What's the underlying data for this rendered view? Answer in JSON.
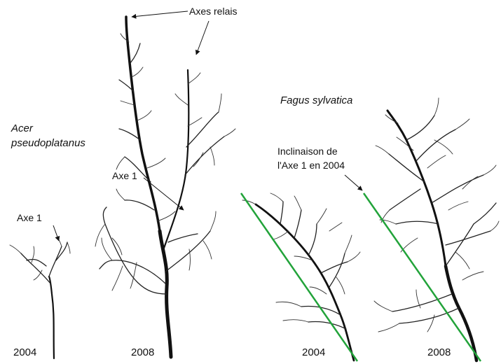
{
  "species": {
    "acer": [
      "Acer",
      "pseudoplatanus"
    ],
    "fagus": "Fagus sylvatica"
  },
  "labels": {
    "axes_relais": "Axes relais",
    "axe1_small": "Axe 1",
    "axe1_big": "Axe 1",
    "inclinaison": [
      "Inclinaison de",
      "l'Axe 1 en 2004"
    ]
  },
  "years": {
    "acer_2004": "2004",
    "acer_2008": "2008",
    "fagus_2004": "2004",
    "fagus_2008": "2008"
  },
  "colors": {
    "inclination_line": "#22a33a",
    "tree": "#111111"
  }
}
